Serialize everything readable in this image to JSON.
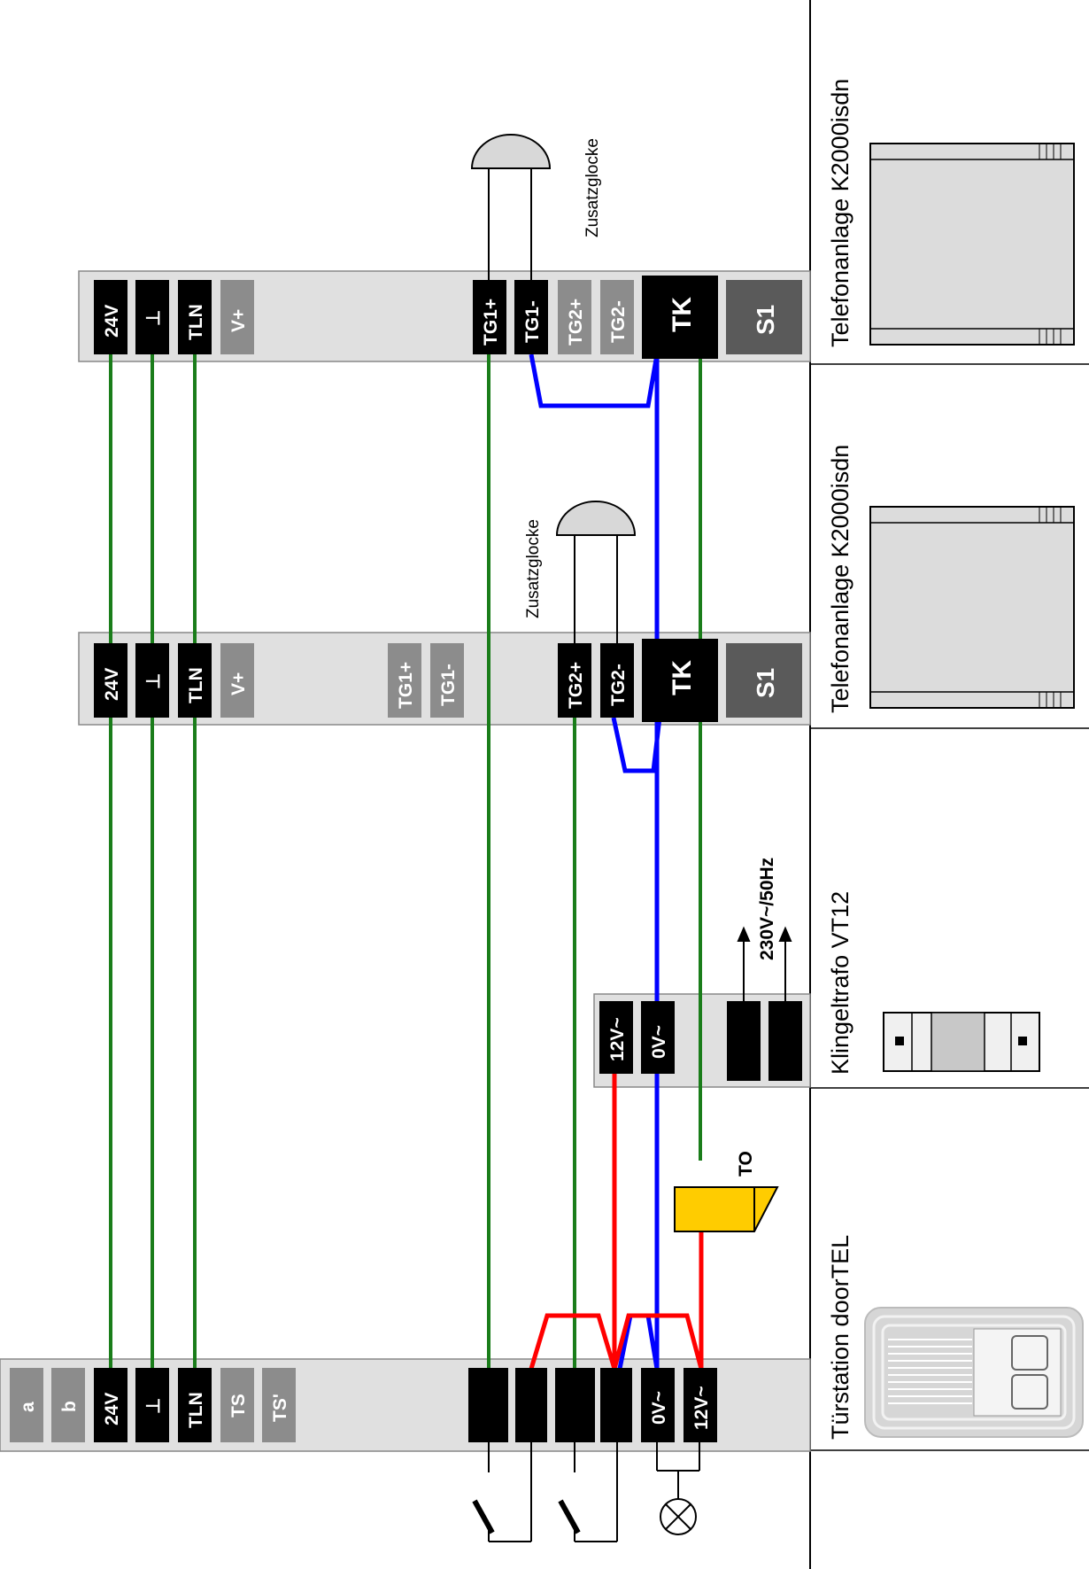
{
  "panels": {
    "door_station": "Türstation doorTEL",
    "transformer": "Klingeltrafo VT12",
    "phone_system_1": "Telefonanlage K2000isdn",
    "phone_system_2": "Telefonanlage K2000isdn"
  },
  "door_station_terminals": [
    "a",
    "b",
    "24V",
    "⊥",
    "TLN",
    "TS",
    "TS'",
    "0V~",
    "12V~"
  ],
  "unit_terminals": {
    "top": [
      "24V",
      "⊥",
      "TLN",
      "V+"
    ],
    "tg": [
      "TG1+",
      "TG1-",
      "TG2+",
      "TG2-"
    ],
    "tk": "TK",
    "s1": "S1"
  },
  "transformer_terminals": [
    "12V~",
    "0V~"
  ],
  "mains_label": "230V~/50Hz",
  "door_opener_label": "TO",
  "bell_label": "Zusatzglocke",
  "colors": {
    "terminal_dark": "#000000",
    "terminal_inactive": "#8c8c8c",
    "rail": "#e0e0e0",
    "wire_24v": "#1a7d1a",
    "wire_ac": "#ff0000",
    "wire_tk": "#0000ff",
    "door_opener": "#ffcc00"
  },
  "icons": [
    "bell-icon",
    "lamp-icon",
    "switch-icon",
    "arrow-icon"
  ]
}
